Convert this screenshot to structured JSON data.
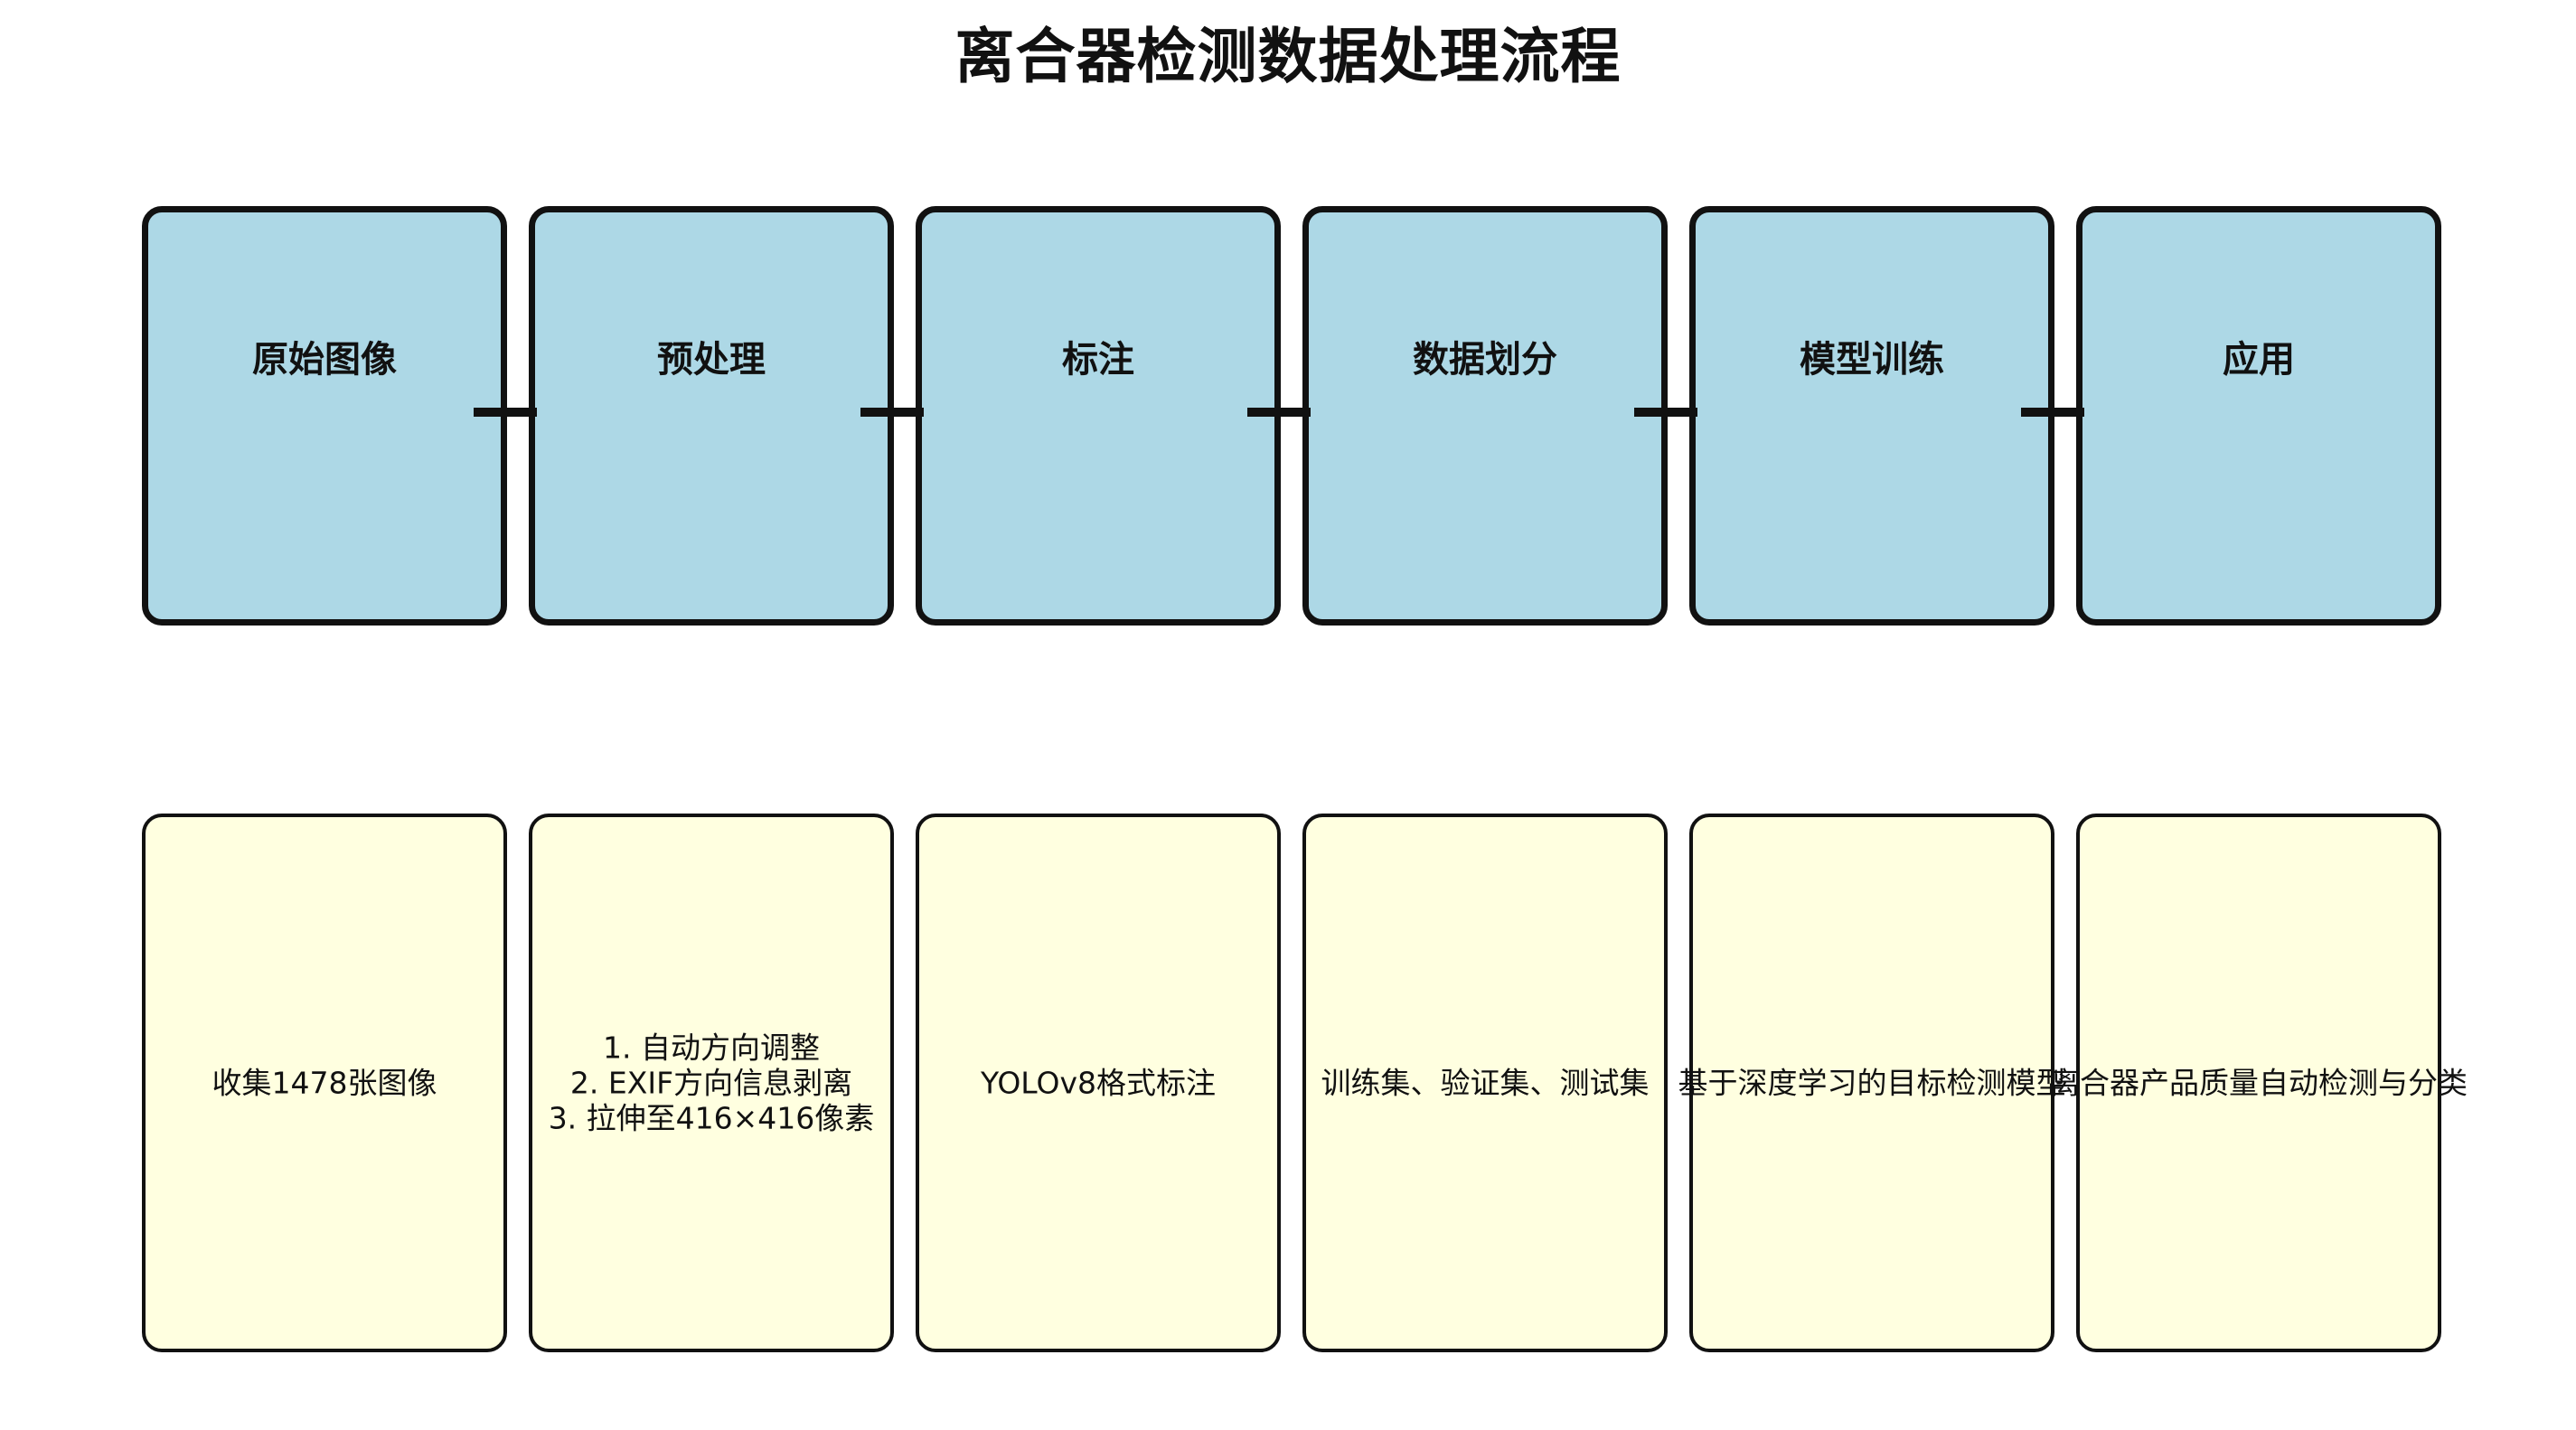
{
  "title": "离合器检测数据处理流程",
  "steps": [
    {
      "label": "原始图像",
      "detail": "收集1478张图像"
    },
    {
      "label": "预处理",
      "detail": "1. 自动方向调整\n2. EXIF方向信息剥离\n3. 拉伸至416×416像素"
    },
    {
      "label": "标注",
      "detail": "YOLOv8格式标注"
    },
    {
      "label": "数据划分",
      "detail": "训练集、验证集、测试集"
    },
    {
      "label": "模型训练",
      "detail": "基于深度学习的目标检测模型"
    },
    {
      "label": "应用",
      "detail": "离合器产品质量自动检测与分类"
    }
  ],
  "colors": {
    "step_fill": "#add8e6",
    "detail_fill": "#ffffe0",
    "stroke": "#111111"
  }
}
